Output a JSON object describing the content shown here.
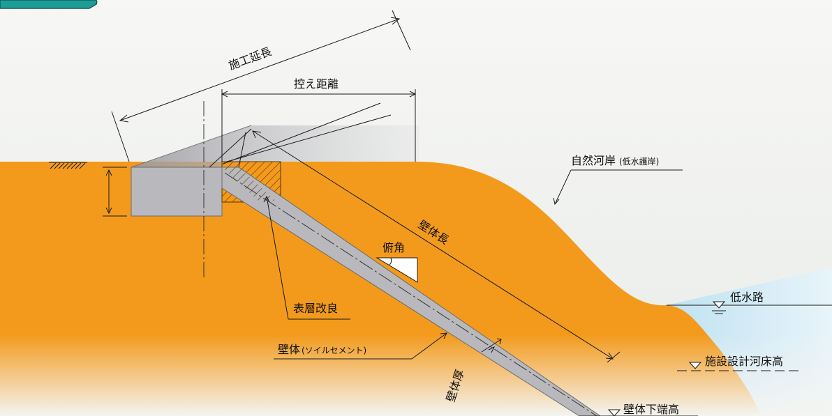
{
  "diagram": {
    "labels": {
      "construction_length": "施工延長",
      "anchor_distance": "控え距離",
      "natural_bank": "自然河岸",
      "natural_bank_note": "(低水護岸)",
      "wall_length": "壁体長",
      "inclination_angle": "俯角",
      "surface_improvement": "表層改良",
      "low_water_channel": "低水路",
      "wall_body": "壁体",
      "wall_body_note": "(ソイルセメント)",
      "design_riverbed_height": "施設設計河床高",
      "wall_thickness": "壁体厚",
      "wall_bottom_height": "壁体下端高"
    },
    "colors": {
      "soil": "#f39a1c",
      "concrete": "#b9b9bd",
      "water": "#cfe8f3",
      "line": "#1a1a1a",
      "header": "#1e9d98"
    },
    "icons": [
      "water-level-icon"
    ]
  }
}
